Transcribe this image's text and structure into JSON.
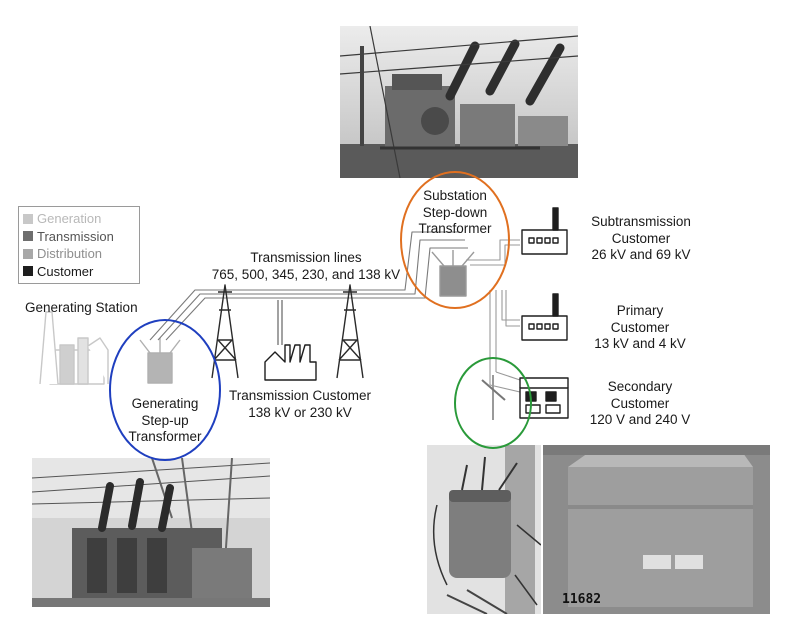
{
  "legend": {
    "items": [
      {
        "label": "Generation",
        "color": "#c8c8c8"
      },
      {
        "label": "Transmission",
        "color": "#6e6e6e"
      },
      {
        "label": "Distribution",
        "color": "#a8a8a8"
      },
      {
        "label": "Customer",
        "color": "#1e1e1e"
      }
    ]
  },
  "labels": {
    "generating_station": "Generating Station",
    "transmission_lines": [
      "Transmission lines",
      "765, 500, 345, 230, and 138 kV"
    ],
    "substation": [
      "Substation",
      "Step-down",
      "Transformer"
    ],
    "generating_transformer": [
      "Generating",
      "Step-up",
      "Transformer"
    ],
    "transmission_customer": [
      "Transmission Customer",
      "138 kV or 230 kV"
    ],
    "subtransmission_customer": [
      "Subtransmission",
      "Customer",
      "26 kV and 69 kV"
    ],
    "primary_customer": [
      "Primary",
      "Customer",
      "13 kV and 4 kV"
    ],
    "secondary_customer": [
      "Secondary",
      "Customer",
      "120 V and 240 V"
    ]
  },
  "highlight_colors": {
    "generating": "#1f3fbf",
    "substation": "#e07020",
    "secondary": "#2a9a3a"
  },
  "photos": {
    "pad_mount_number": "11682"
  }
}
